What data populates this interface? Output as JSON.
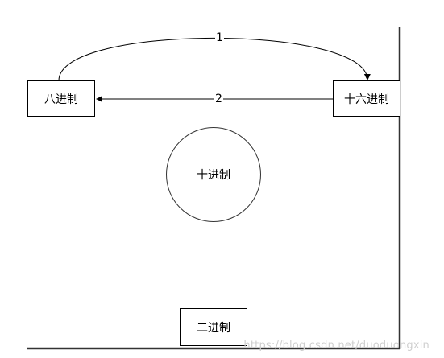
{
  "nodes": {
    "octal": {
      "label": "八进制"
    },
    "hexadecimal": {
      "label": "十六进制"
    },
    "decimal": {
      "label": "十进制"
    },
    "binary": {
      "label": "二进制"
    }
  },
  "edges": {
    "octal_to_hex": {
      "label": "1"
    },
    "hex_to_octal": {
      "label": "2"
    }
  },
  "watermark": {
    "text": "https://blog.csdn.net/duoduongxin"
  },
  "colors": {
    "stroke": "#000000",
    "circle_stroke": "#333333",
    "watermark": "#cfcfcf"
  }
}
